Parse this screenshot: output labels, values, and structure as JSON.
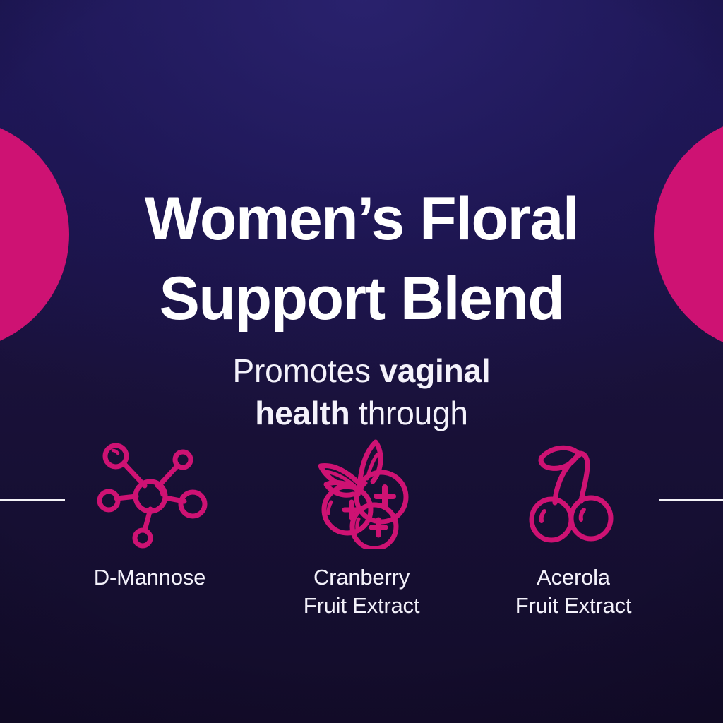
{
  "theme": {
    "background_top": "#1d1758",
    "background_bottom": "#130c2a",
    "accent_magenta": "#ce1273",
    "text_primary": "#ffffff",
    "rule_color": "#f4f3f8"
  },
  "decor": {
    "left_circle_name": "magenta-circle-left",
    "right_circle_name": "magenta-circle-right",
    "left_rule_name": "divider-rule-left",
    "right_rule_name": "divider-rule-right"
  },
  "headline": {
    "line1": "Women’s Floral",
    "line2": "Support Blend"
  },
  "subhead": {
    "line1_plain": "Promotes ",
    "line1_bold": "vaginal",
    "line2_bold": "health",
    "line2_plain": " through"
  },
  "ingredients": [
    {
      "icon": "molecule-icon",
      "label_line1": "D-Mannose",
      "label_line2": ""
    },
    {
      "icon": "cranberry-icon",
      "label_line1": "Cranberry",
      "label_line2": "Fruit Extract"
    },
    {
      "icon": "cherry-icon",
      "label_line1": "Acerola",
      "label_line2": "Fruit Extract"
    }
  ]
}
